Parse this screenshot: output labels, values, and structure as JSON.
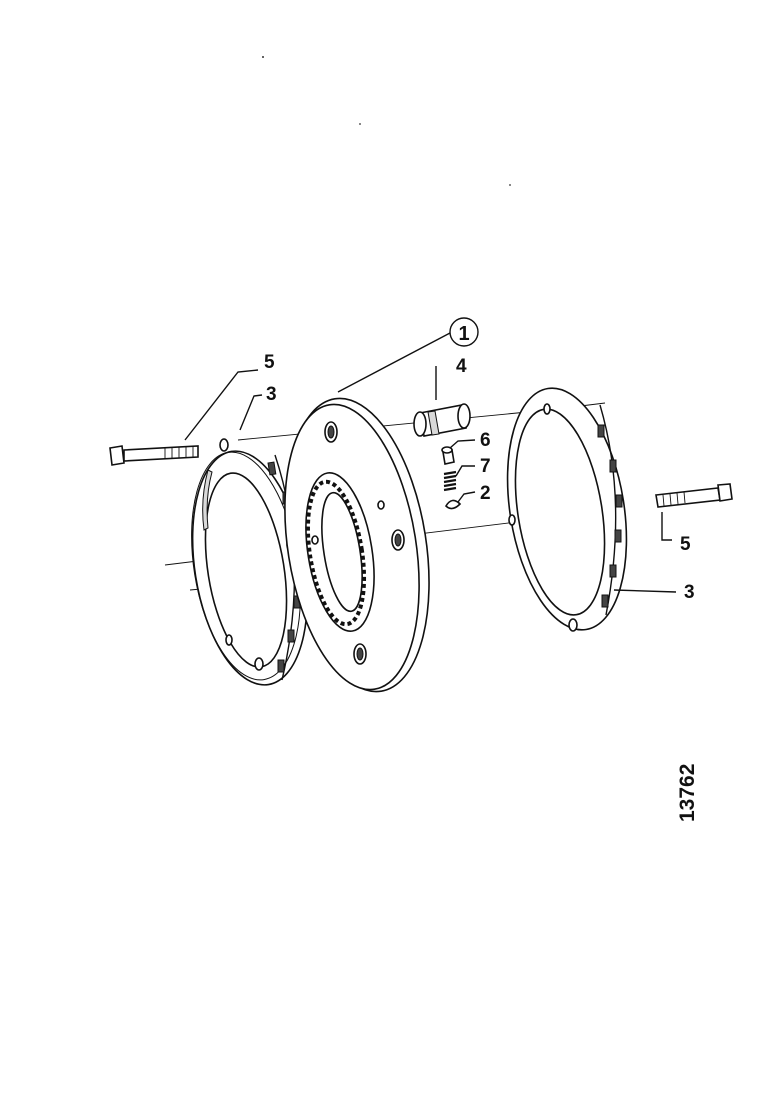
{
  "callouts": {
    "item_1": "1",
    "item_4": "4",
    "item_5_left": "5",
    "item_3_left": "3",
    "item_6": "6",
    "item_7": "7",
    "item_2": "2",
    "item_5_right": "5",
    "item_3_right": "3"
  },
  "figure_number": "13762",
  "colors": {
    "ink": "#111111",
    "paper": "#ffffff"
  }
}
